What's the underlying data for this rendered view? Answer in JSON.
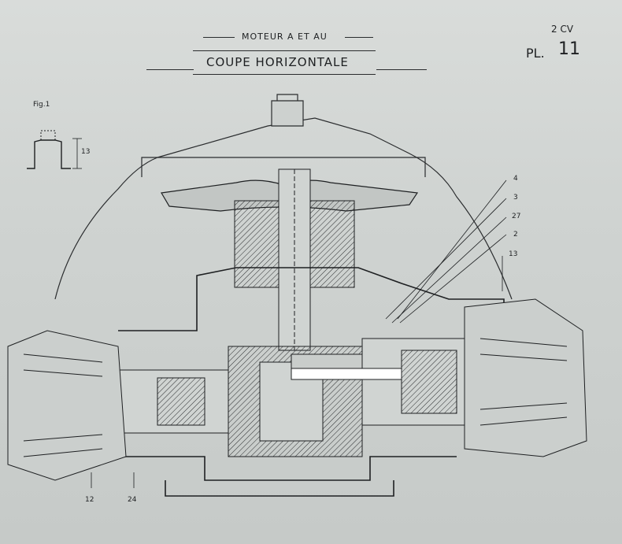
{
  "header": {
    "subtitle": "MOTEUR A ET AU",
    "title": "COUPE HORIZONTALE",
    "model": "2 CV",
    "plate_label": "PL.",
    "plate_number": "11"
  },
  "figure": {
    "fig_label": "Fig.1",
    "fig_dimension": "13"
  },
  "callouts": {
    "c4": "4",
    "c3": "3",
    "c27": "27",
    "c2": "2",
    "c13": "13",
    "c12": "12",
    "c24": "24"
  },
  "colors": {
    "ink": "#1e2022",
    "paper": "#d4d8d6"
  }
}
